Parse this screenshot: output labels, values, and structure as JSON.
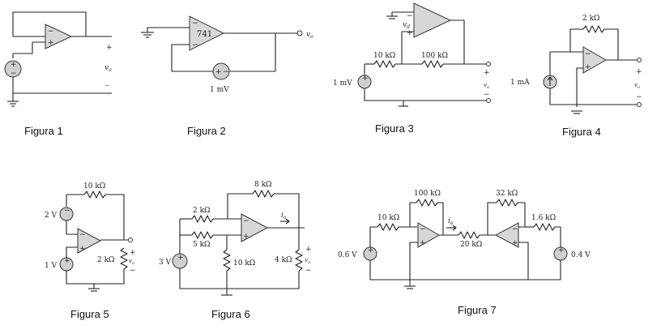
{
  "figures": [
    {
      "caption": "Figura 1",
      "labels": {
        "vout": "v",
        "vout_sub": "o",
        "plus": "+",
        "minus": "–"
      }
    },
    {
      "caption": "Figura 2",
      "labels": {
        "opamp": "741",
        "vout": "v",
        "vout_sub": "o",
        "source": "1 mV"
      }
    },
    {
      "caption": "Figura 3",
      "labels": {
        "vd": "v",
        "vd_sub": "d",
        "r1": "10 kΩ",
        "r2": "100 kΩ",
        "source": "1 mV",
        "vout": "v",
        "vout_sub": "o"
      }
    },
    {
      "caption": "Figura 4",
      "labels": {
        "rf": "2 kΩ",
        "source": "1 mA",
        "vout": "v",
        "vout_sub": "o"
      }
    },
    {
      "caption": "Figura 5",
      "labels": {
        "rf": "10 kΩ",
        "v1": "2 V",
        "v2": "1 V",
        "rl": "2 kΩ",
        "vout": "v",
        "vout_sub": "o"
      }
    },
    {
      "caption": "Figura 6",
      "labels": {
        "rf": "8 kΩ",
        "r1": "2 kΩ",
        "r2": "5 kΩ",
        "r3": "10 kΩ",
        "rl": "4 kΩ",
        "source": "3 V",
        "io": "i",
        "io_sub": "o",
        "vout": "v",
        "vout_sub": "o"
      }
    },
    {
      "caption": "Figura 7",
      "labels": {
        "rf1": "100 kΩ",
        "rf2": "32 kΩ",
        "r1": "10 kΩ",
        "r2": "1.6 kΩ",
        "rmid": "20 kΩ",
        "v1": "0.6 V",
        "v2": "0.4 V",
        "io": "i",
        "io_sub": "o"
      }
    }
  ]
}
